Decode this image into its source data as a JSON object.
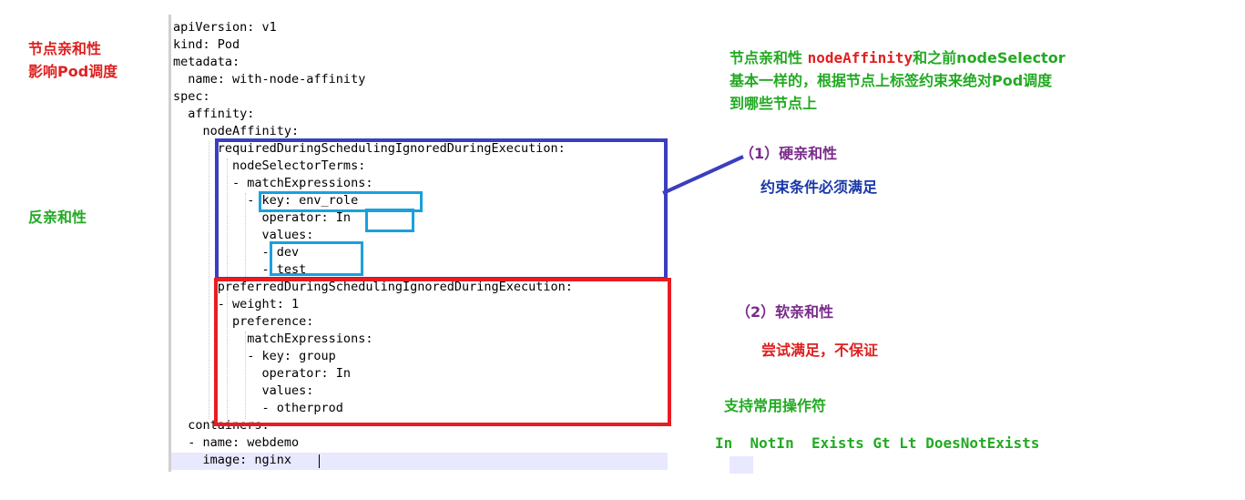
{
  "left_notes": {
    "node_affinity_title_line1": "节点亲和性",
    "node_affinity_title_line2": "影响Pod调度",
    "anti_affinity": "反亲和性"
  },
  "code_lines": [
    "apiVersion: v1",
    "kind: Pod",
    "metadata:",
    "  name: with-node-affinity",
    "spec:",
    "  affinity:",
    "    nodeAffinity:",
    "      requiredDuringSchedulingIgnoredDuringExecution:",
    "        nodeSelectorTerms:",
    "        - matchExpressions:",
    "          - key: env_role",
    "            operator: In",
    "            values:",
    "            - dev",
    "            - test",
    "      preferredDuringSchedulingIgnoredDuringExecution:",
    "      - weight: 1",
    "        preference:",
    "          matchExpressions:",
    "          - key: group",
    "            operator: In",
    "            values:",
    "            - otherprod",
    "  containers:",
    "  - name: webdemo",
    "    image: nginx"
  ],
  "right_notes": {
    "intro_prefix": "节点亲和性 ",
    "intro_keyword": "nodeAffinity",
    "intro_suffix": "和之前nodeSelector",
    "intro_line2": "基本一样的，根据节点上标签约束来绝对Pod调度",
    "intro_line3": "到哪些节点上",
    "hard_title": "（1）硬亲和性",
    "hard_desc": "约束条件必须满足",
    "soft_title": "（2）软亲和性",
    "soft_desc": "尝试满足，不保证",
    "operators_title": "支持常用操作符",
    "operators": "In  NotIn  Exists Gt Lt DoesNotExists"
  },
  "colors": {
    "red": "#e02020",
    "green": "#22aa22",
    "purple": "#7a2a8a",
    "blue": "#1a38a8",
    "navy_box": "#3a3fbf",
    "cyan_box": "#1aa0dd",
    "red_box": "#e81c24"
  }
}
